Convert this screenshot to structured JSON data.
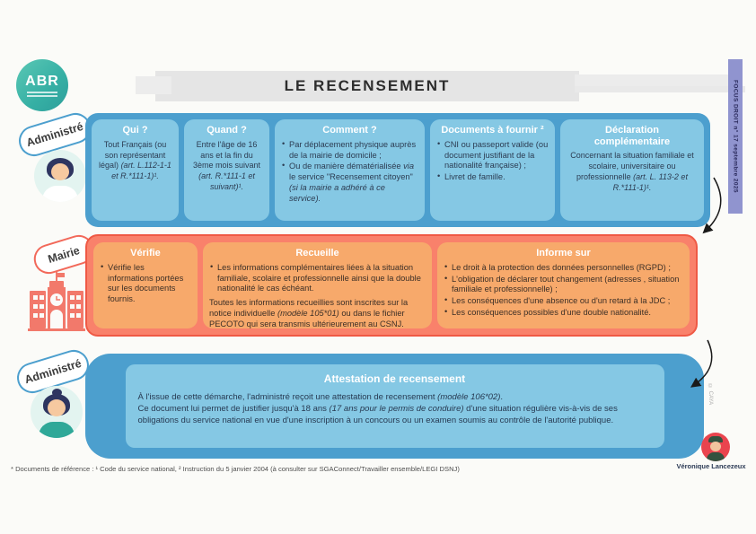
{
  "page": {
    "title": "LE RECENSEMENT",
    "side_banner": "FOCUS DROIT n° 17 septembre 2025",
    "logo": "ABR",
    "credit": "© CAYA",
    "author": "Véronique Lancezeux",
    "footnote": "* Documents de référence : ¹ Code du service national, ² Instruction du 5 janvier 2004 (à consulter sur SGAConnect/Travailler ensemble/LEGI DSNJ)"
  },
  "actors": {
    "administre1": "Administré",
    "mairie": "Mairie",
    "administre2": "Administré"
  },
  "row1": {
    "qui": {
      "title": "Qui ?",
      "text": "Tout Français (ou son représentant légal) ",
      "ref": "(art. L.112-1-1 et R.*111-1)¹."
    },
    "quand": {
      "title": "Quand ?",
      "text": "Entre l'âge de 16 ans et la fin du 3ème mois suivant ",
      "ref": "(art. R.*111-1 et suivant)¹."
    },
    "comment": {
      "title": "Comment ?",
      "b1": "Par déplacement physique auprès de la mairie de domicile ;",
      "b2_1": "Ou de manière dématérialisée ",
      "b2_2": "via",
      "b2_3": " le service \"Recensement citoyen\" ",
      "b2_4": "(si la mairie a adhéré à ce service)."
    },
    "documents": {
      "title": "Documents à fournir ²",
      "b1": "CNI ou passeport valide (ou document justifiant de la nationalité française) ;",
      "b2": "Livret de famille."
    },
    "declaration": {
      "title": "Déclaration complémentaire",
      "text": "Concernant la situation familiale et scolaire, universitaire ou professionnelle ",
      "ref": "(art. L. 113-2 et R.*111-1)¹."
    }
  },
  "row2": {
    "verifie": {
      "title": "Vérifie",
      "b1": "Vérifie les informations portées sur les documents fournis."
    },
    "recueille": {
      "title": "Recueille",
      "b1": "Les informations complémentaires liées à la situation familiale, scolaire et professionnelle ainsi que la double nationalité le cas échéant.",
      "p1": "Toutes les informations recueillies sont inscrites sur la notice individuelle ",
      "p2": "(modèle 105*01)",
      "p3": " ou dans le fichier PECOTO qui sera transmis ultérieurement au CSNJ."
    },
    "informe": {
      "title": "Informe sur",
      "b1": "Le droit à la protection des données personnelles (RGPD) ;",
      "b2": "L'obligation de déclarer tout changement (adresses , situation familiale et professionnelle) ;",
      "b3": "Les conséquences d'une absence ou d'un retard à la JDC ;",
      "b4": "Les conséquences possibles d'une double nationalité."
    }
  },
  "row3": {
    "title": "Attestation de recensement",
    "p1_1": "À l'issue de cette démarche, l'administré reçoit une attestation de recensement ",
    "p1_2": "(modèle 106*02)",
    "p1_3": ".",
    "p2_1": "Ce document lui permet de justifier jusqu'à 18 ans ",
    "p2_2": "(17 ans pour le permis de conduire)",
    "p2_3": " d'une situation régulière vis-à-vis de ses obligations du service national en vue d'une inscription à un concours ou un examen soumis au contrôle de l'autorité publique."
  },
  "colors": {
    "blue_outer": "#4C9FCE",
    "blue_card": "#85C8E4",
    "coral_outer": "#F9816B",
    "orange_card": "#F7A96B",
    "banner_purple": "#9094CF",
    "teal_logo": "#35AFA4"
  }
}
